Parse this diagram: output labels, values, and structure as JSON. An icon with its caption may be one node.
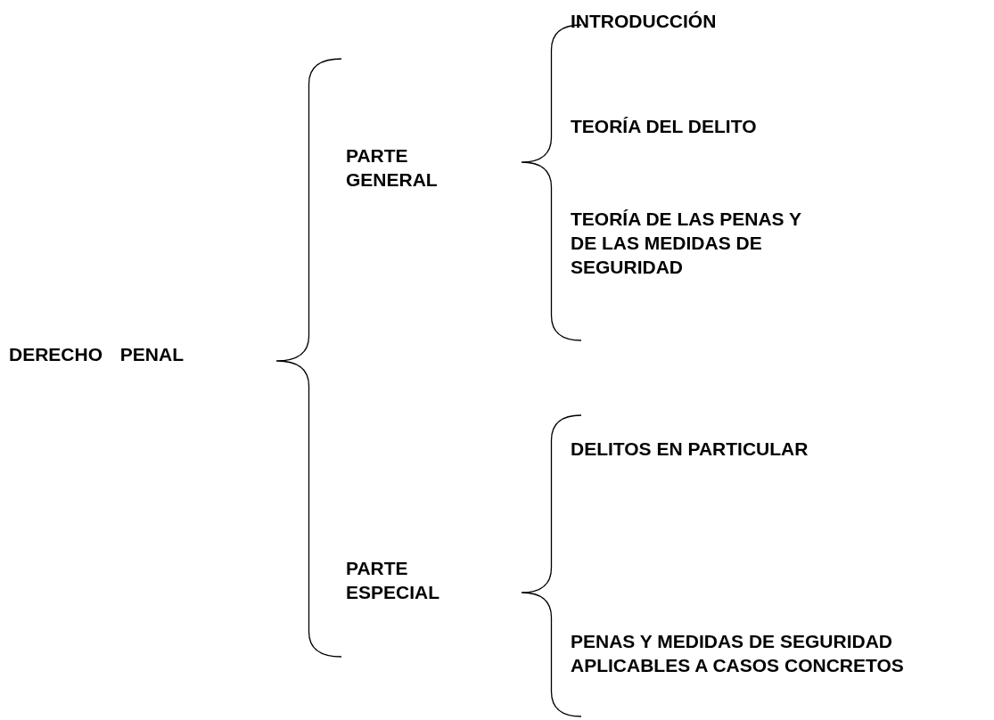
{
  "diagram": {
    "labels": [
      "INTRODUCCIÓN",
      "TEORÍA DEL DELITO",
      "PARTE GENERAL",
      "TEORÍA DE LAS PENAS Y DE LAS MEDIDAS DE SEGURIDAD",
      "DERECHO PENAL",
      "DELITOS EN PARTICULAR",
      "PARTE ESPECIAL",
      "PENAS Y MEDIDAS DE SEGURIDAD APLICABLES A CASOS CONCRETOS"
    ]
  }
}
